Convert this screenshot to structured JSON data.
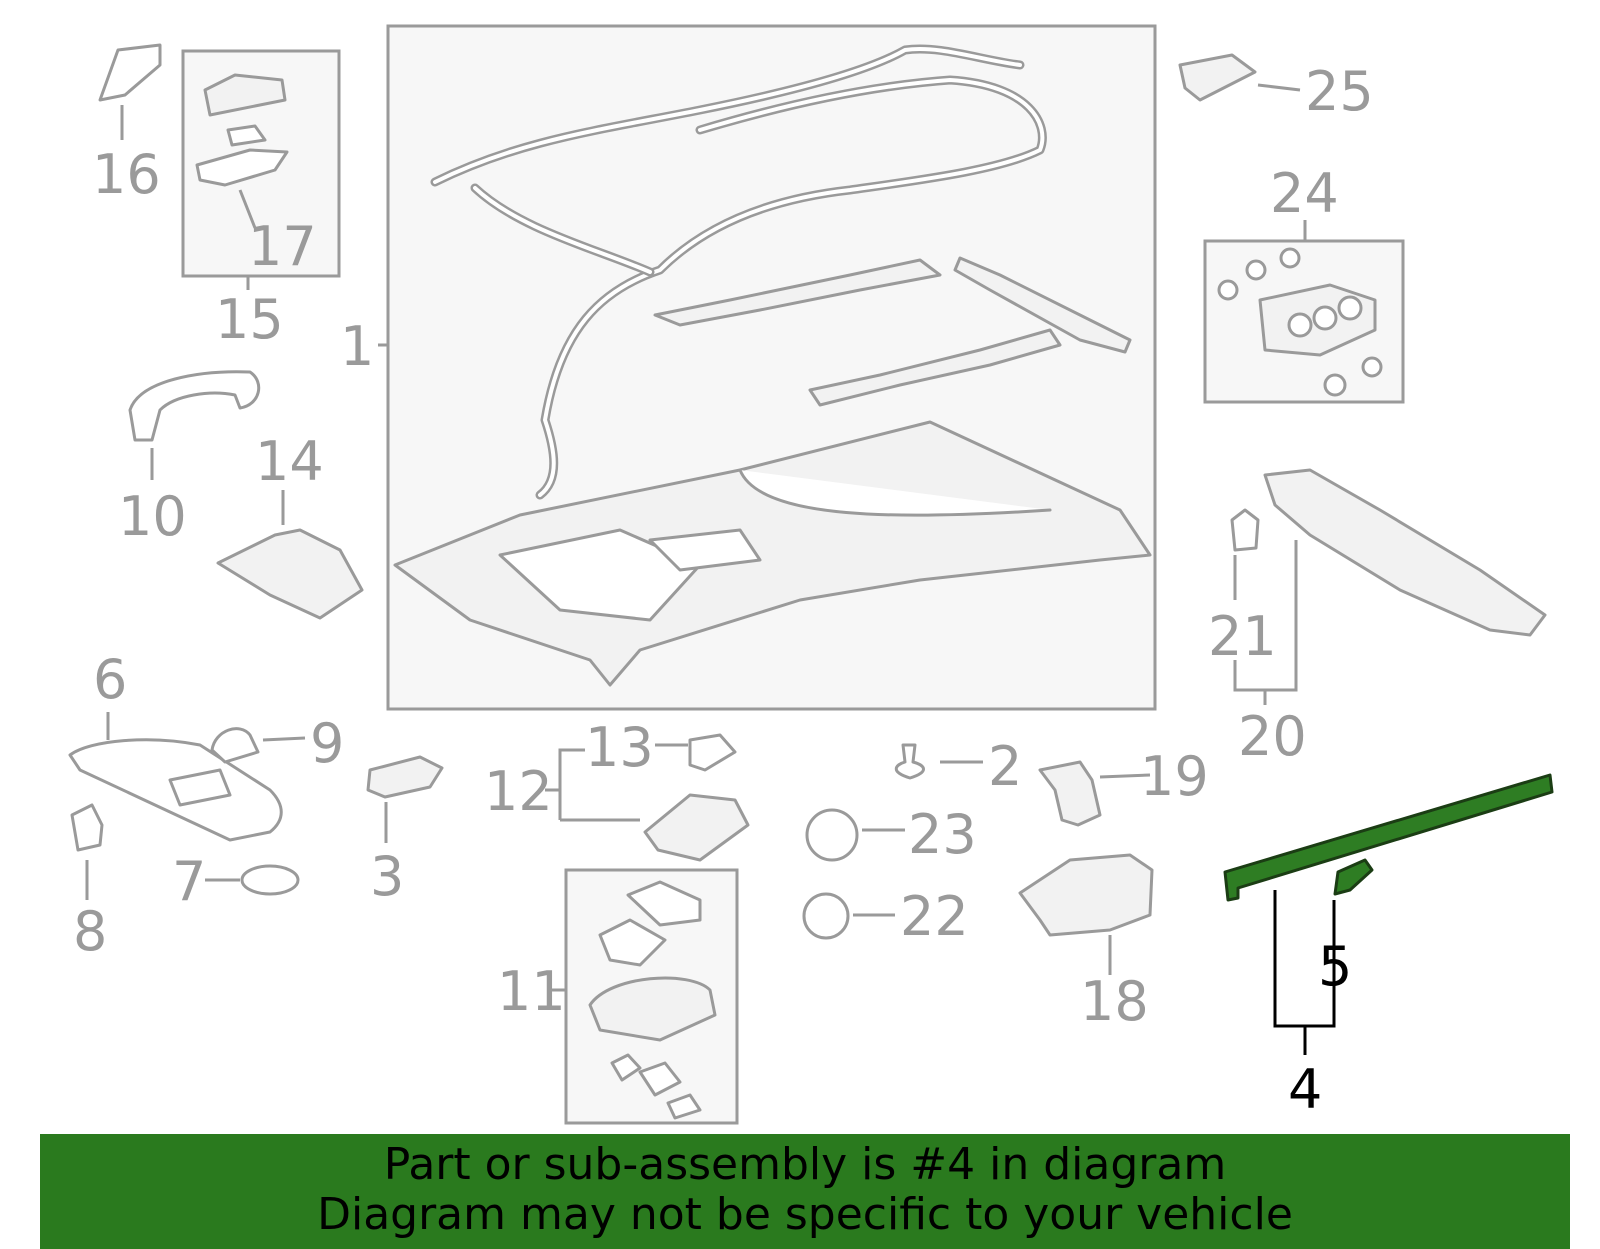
{
  "callouts": {
    "c1": "1",
    "c2": "2",
    "c3": "3",
    "c4": "4",
    "c5": "5",
    "c6": "6",
    "c7": "7",
    "c8": "8",
    "c9": "9",
    "c10": "10",
    "c11": "11",
    "c12": "12",
    "c13": "13",
    "c14": "14",
    "c15": "15",
    "c16": "16",
    "c17": "17",
    "c18": "18",
    "c19": "19",
    "c20": "20",
    "c21": "21",
    "c22": "22",
    "c23": "23",
    "c24": "24",
    "c25": "25"
  },
  "highlight": {
    "callout": "4",
    "color": "#2e7d23"
  },
  "banner": {
    "line1": "Part or sub-assembly is #4 in diagram",
    "line2": "Diagram may not be specific to your vehicle",
    "background": "#2a7a1e"
  },
  "colors": {
    "line": "#9a9a9a",
    "box_fill": "#f7f7f7",
    "highlight_part": "#2e7d23"
  }
}
